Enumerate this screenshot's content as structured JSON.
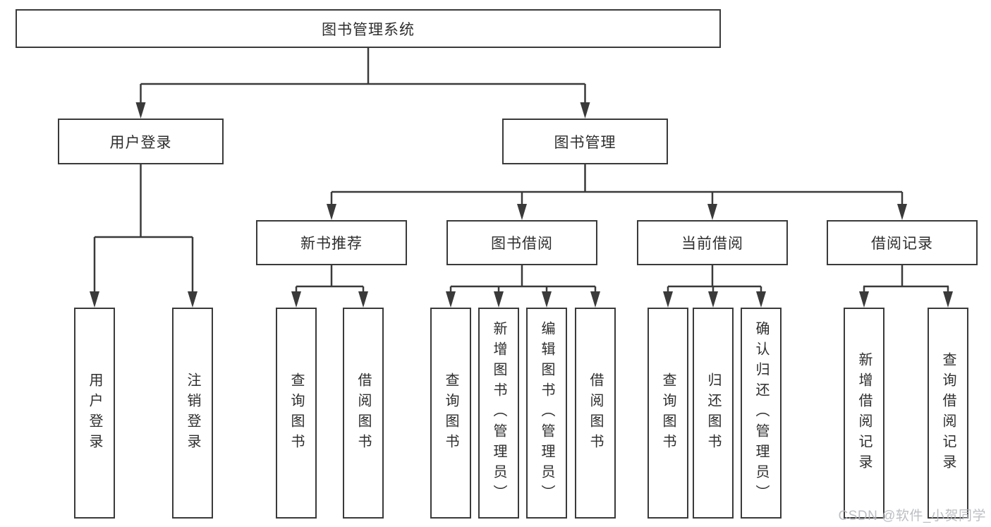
{
  "diagram": {
    "root": {
      "label": "图书管理系统"
    },
    "level2": [
      {
        "label": "用户登录"
      },
      {
        "label": "图书管理"
      }
    ],
    "level3": [
      {
        "label": "新书推荐"
      },
      {
        "label": "图书借阅"
      },
      {
        "label": "当前借阅"
      },
      {
        "label": "借阅记录"
      }
    ],
    "leaves": {
      "login": [
        {
          "label": "用户登录"
        },
        {
          "label": "注销登录"
        }
      ],
      "recommend": [
        {
          "label": "查询图书"
        },
        {
          "label": "借阅图书"
        }
      ],
      "borrow": [
        {
          "label": "查询图书"
        },
        {
          "label": "新增图书（管理员）"
        },
        {
          "label": "编辑图书（管理员）"
        },
        {
          "label": "借阅图书"
        }
      ],
      "current": [
        {
          "label": "查询图书"
        },
        {
          "label": "归还图书"
        },
        {
          "label": "确认归还（管理员）"
        }
      ],
      "records": [
        {
          "label": "新增借阅记录"
        },
        {
          "label": "查询借阅记录"
        }
      ]
    },
    "watermark": "CSDN @软件_小贺同学",
    "colors": {
      "line": "#3a3a3a",
      "box_border": "#3a3a3a",
      "text": "#2e2e2e",
      "watermark": "#b5b8bd",
      "background": "#ffffff"
    }
  }
}
